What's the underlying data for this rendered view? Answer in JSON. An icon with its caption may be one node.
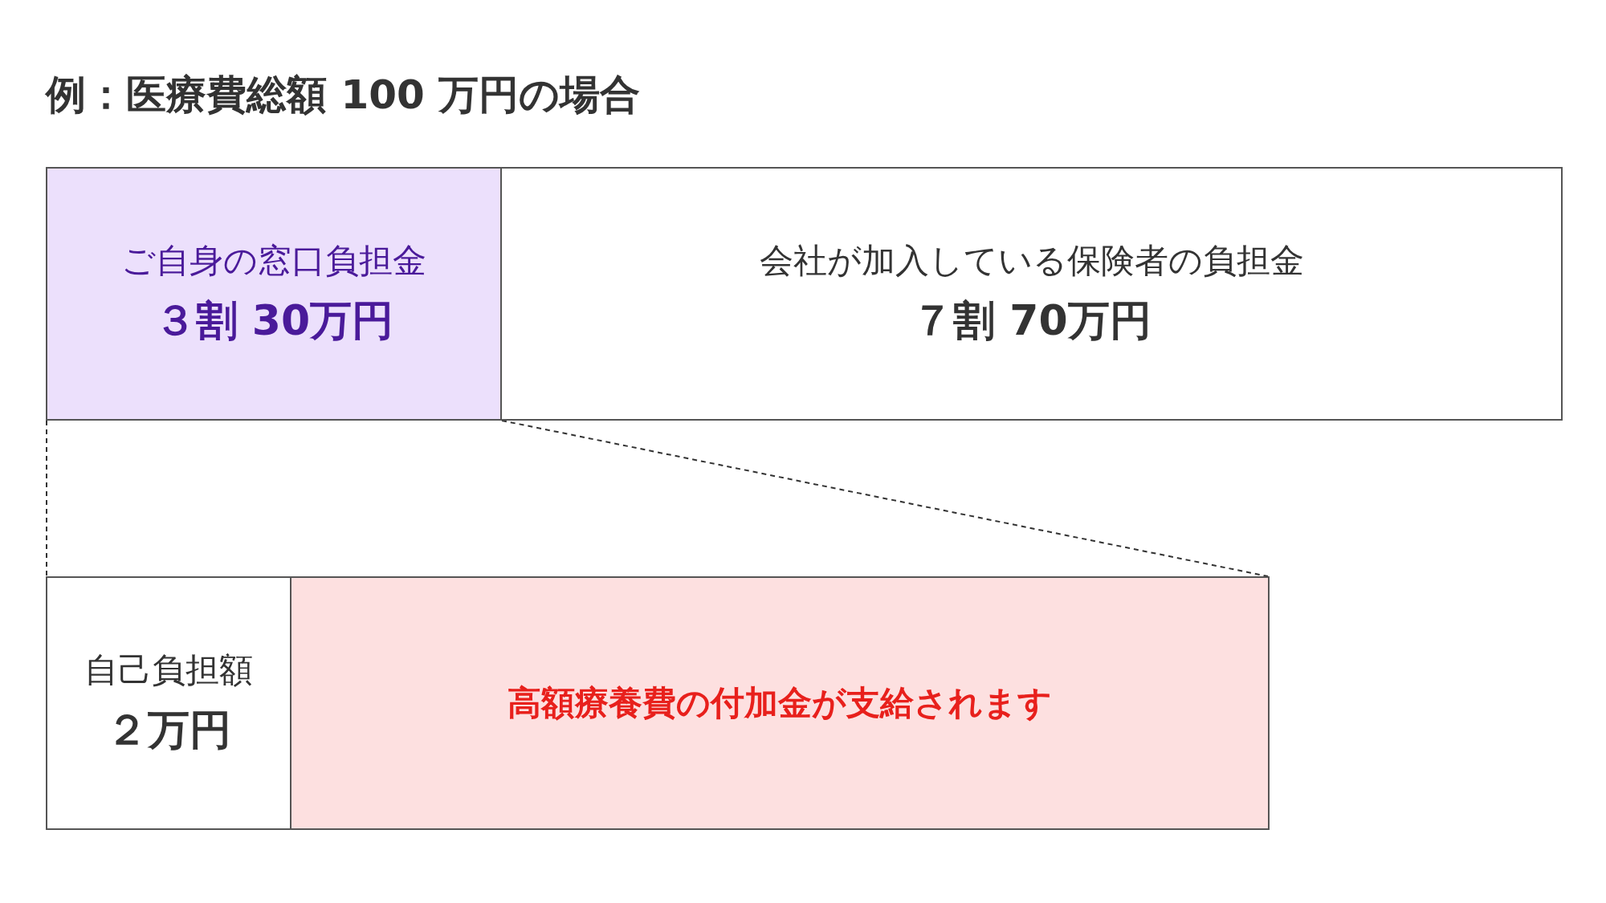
{
  "diagram": {
    "title": "例：医療費総額 100 万円の場合",
    "nodes": [
      {
        "text": [
          "ご自身の窓口負担金",
          "３割 30万円"
        ]
      },
      {
        "text": [
          "会社が加入している保険者の負担金",
          "７割 70万円"
        ]
      },
      {
        "text": [
          "自己負担額",
          "２万円"
        ]
      },
      {
        "text": [
          "高額療養費の付加金が支給されます"
        ]
      }
    ],
    "edges": [
      {
        "from": 0,
        "to": 2,
        "arrow": "none",
        "style": "dashed"
      },
      {
        "from": 0,
        "to": 3,
        "arrow": "none",
        "style": "dashed"
      }
    ]
  }
}
